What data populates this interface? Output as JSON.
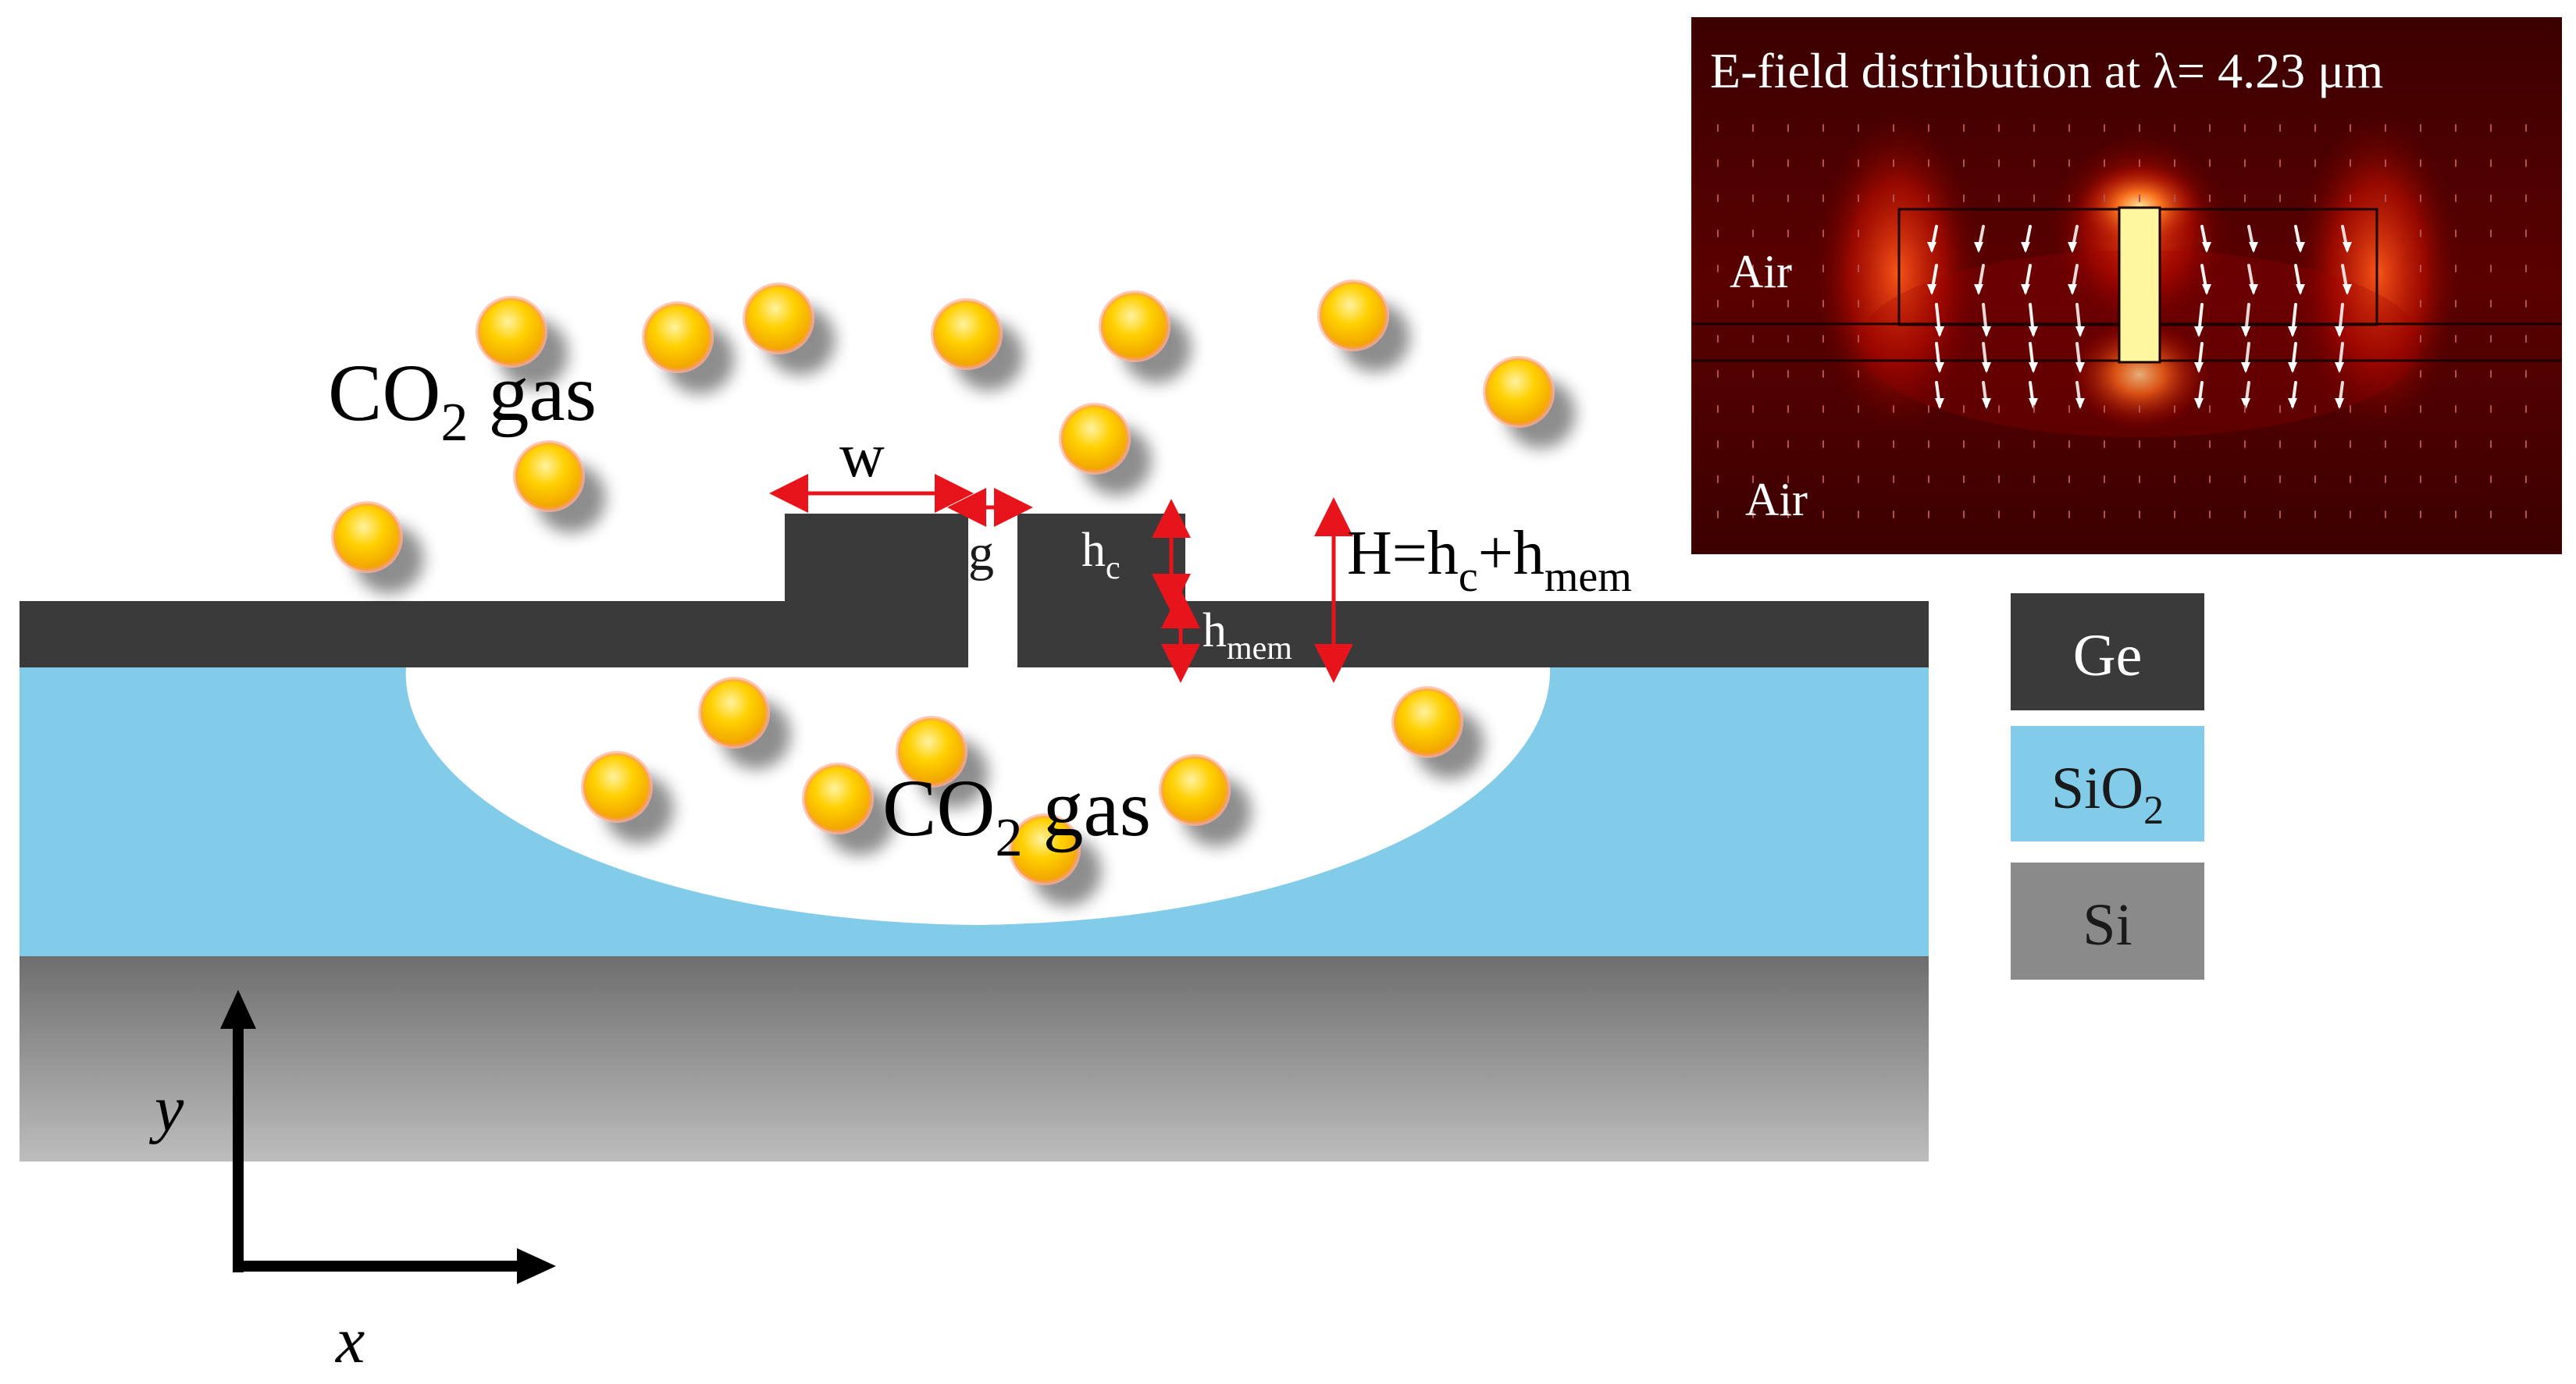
{
  "labels": {
    "gas_top_main": "CO",
    "gas_top_sub": "2",
    "gas_top_rest": " gas",
    "gas_bottom_main": "CO",
    "gas_bottom_sub": "2",
    "gas_bottom_rest": " gas",
    "width_label": "w",
    "gap_label": "g",
    "hc_main": "h",
    "hc_sub": "c",
    "hmem_main": "h",
    "hmem_sub": "mem",
    "H_eq_1": "H=h",
    "H_eq_sub1": "c",
    "H_eq_2": "+h",
    "H_eq_sub2": "mem",
    "axis_y": "y",
    "axis_x": "x"
  },
  "legend": [
    {
      "label_main": "Ge",
      "label_sub": "",
      "label_rest": "",
      "color": "#3a3a3a",
      "text_color": "#ffffff"
    },
    {
      "label_main": "SiO",
      "label_sub": "2",
      "label_rest": "",
      "color": "#82cbe9",
      "text_color": "#1a1a1a"
    },
    {
      "label_main": "Si",
      "label_sub": "",
      "label_rest": "",
      "color": "#8a8a8a",
      "text_color": "#1a1a1a"
    }
  ],
  "inset": {
    "title": "E-field distribution at λ= 4.23 μm",
    "label_top": "Air",
    "label_bottom": "Air"
  },
  "colors": {
    "ge": "#3a3a3a",
    "sio2": "#82cbe9",
    "si_top": "#6e6e6e",
    "si_bottom": "#b9b9b9",
    "arrow_red": "#e8141b",
    "molecule": "#ffcc00",
    "inset_bg": "#3a0000",
    "inset_glow": "#ff3a00"
  }
}
